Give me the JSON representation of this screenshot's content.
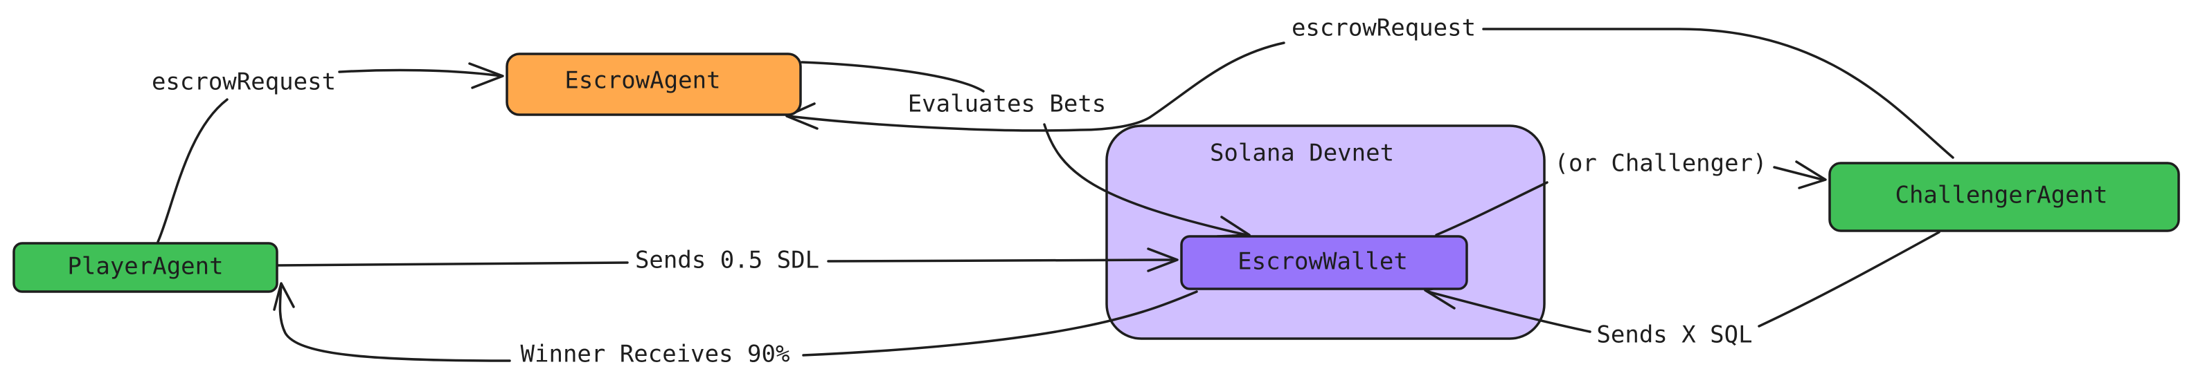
{
  "diagram": {
    "group": {
      "label": "Solana Devnet",
      "fill": "#d0bfff"
    },
    "nodes": {
      "player": {
        "label": "PlayerAgent",
        "fill": "#40c057"
      },
      "escrow_agent": {
        "label": "EscrowAgent",
        "fill": "#ffa94d"
      },
      "escrow_wallet": {
        "label": "EscrowWallet",
        "fill": "#9775fa"
      },
      "challenger": {
        "label": "ChallengerAgent",
        "fill": "#40c057"
      }
    },
    "edges": {
      "player_to_escrow_agent": {
        "label": "escrowRequest"
      },
      "challenger_to_escrow_agent": {
        "label": "escrowRequest"
      },
      "escrow_agent_to_wallet": {
        "label": "Evaluates Bets"
      },
      "player_to_wallet": {
        "label": "Sends 0.5 SDL"
      },
      "wallet_to_player": {
        "label": "Winner Receives 90%"
      },
      "wallet_to_challenger": {
        "label": "(or Challenger)"
      },
      "challenger_to_wallet": {
        "label": "Sends X SQL"
      }
    }
  }
}
